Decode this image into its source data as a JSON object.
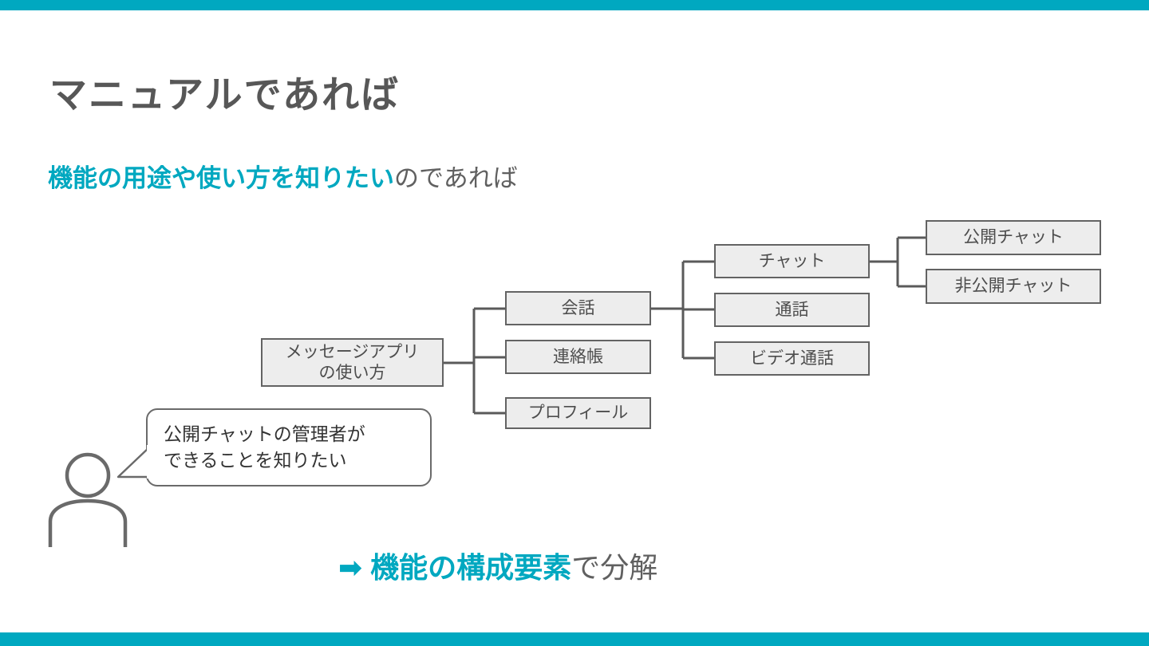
{
  "slide": {
    "title": "マニュアルであれば",
    "accent_color": "#00a8c0",
    "text_color": "#575757",
    "top_bar": "teal-bar",
    "bottom_bar": "teal-bar"
  },
  "subtitle": {
    "accent": "機能の用途や使い方を知りたい",
    "plain": "のであれば"
  },
  "tree": {
    "root": "メッセージアプリ\nの使い方",
    "level1": [
      {
        "id": "kaiwa",
        "label": "会話"
      },
      {
        "id": "renraku",
        "label": "連絡帳"
      },
      {
        "id": "profile",
        "label": "プロフィール"
      }
    ],
    "level2": [
      {
        "id": "chat",
        "label": "チャット"
      },
      {
        "id": "tsuwa",
        "label": "通話"
      },
      {
        "id": "video",
        "label": "ビデオ通話"
      }
    ],
    "level3": [
      {
        "id": "public",
        "label": "公開チャット"
      },
      {
        "id": "private",
        "label": "非公開チャット"
      }
    ],
    "node_fill": "#ededed",
    "node_border": "#636363",
    "connector_color": "#5a5a5a"
  },
  "persona": {
    "icon": "person-icon",
    "bubble_text": "公開チャットの管理者が\nできることを知りたい"
  },
  "conclusion": {
    "arrow": "➡",
    "accent": "機能の構成要素",
    "plain": "で分解"
  }
}
